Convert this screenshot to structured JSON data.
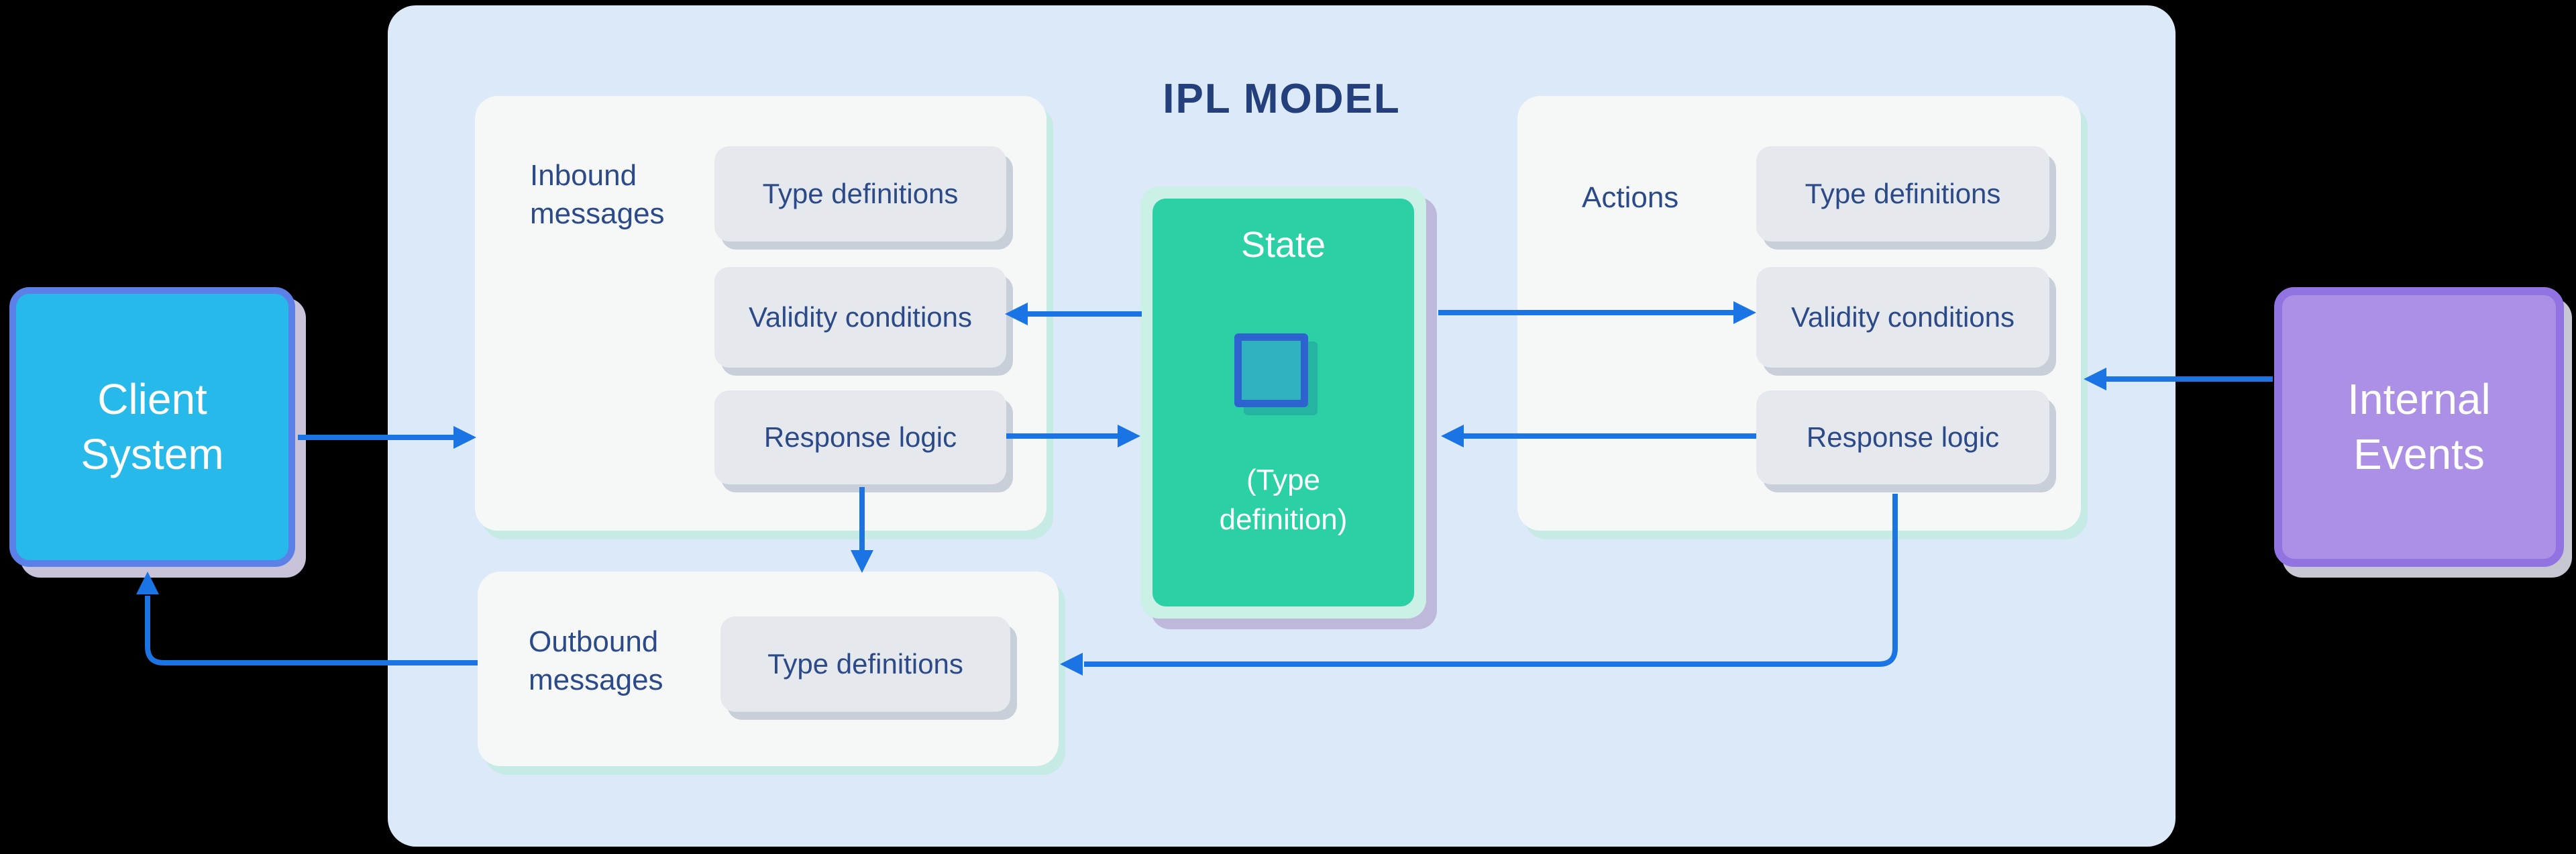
{
  "title": "IPL MODEL",
  "client_system": {
    "label": "Client System"
  },
  "internal_events": {
    "label": "Internal Events"
  },
  "state": {
    "title": "State",
    "subtitle": "(Type definition)",
    "icon": "state-square-icon"
  },
  "panels": {
    "inbound": {
      "label": "Inbound messages",
      "buttons": {
        "type_definitions": "Type definitions",
        "validity_conditions": "Validity conditions",
        "response_logic": "Response logic"
      }
    },
    "actions": {
      "label": "Actions",
      "buttons": {
        "type_definitions": "Type definitions",
        "validity_conditions": "Validity conditions",
        "response_logic": "Response logic"
      }
    },
    "outbound": {
      "label": "Outbound messages",
      "buttons": {
        "type_definitions": "Type definitions"
      }
    }
  },
  "colors": {
    "background": "#000000",
    "container_bg": "#dce9f8",
    "title_text": "#24407c",
    "panel_bg": "#f6f8f7",
    "panel_shadow": "#c5ebe4",
    "button_bg": "#e5e8ed",
    "dark_blue_text": "#2b4a87",
    "arrow_blue": "#1b74e4",
    "client_fill": "#26b9e9",
    "client_border": "#5b80e8",
    "state_fill": "#2bd1a5",
    "state_border_mint": "#cbf0e6",
    "state_square_border": "#2d63cf",
    "internal_fill": "#ab90e5",
    "internal_border": "#9273e2"
  }
}
